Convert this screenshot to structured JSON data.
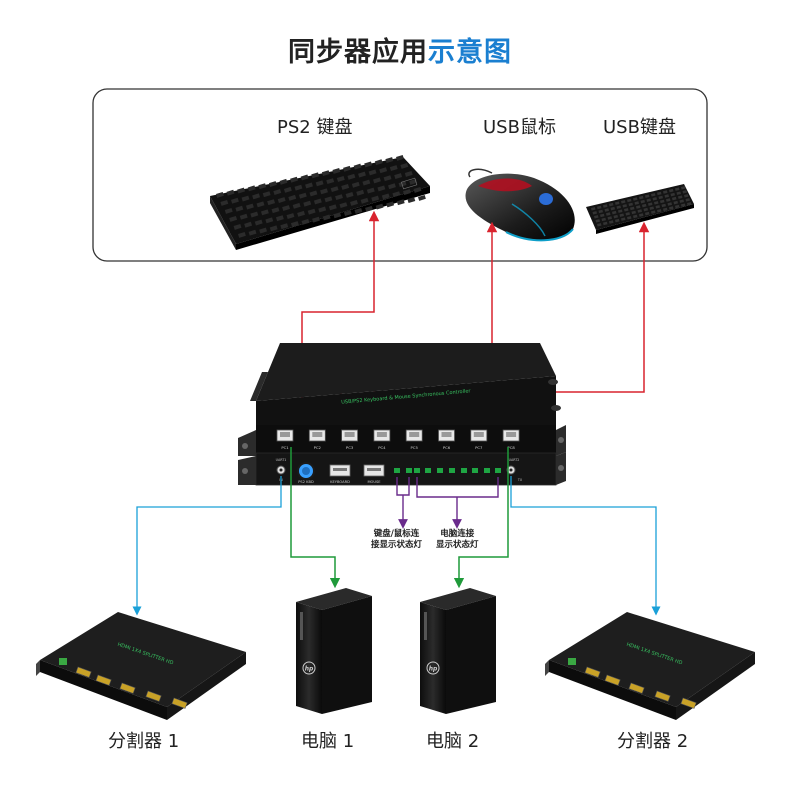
{
  "title": {
    "prefix": "同步器应用",
    "highlight": "示意图",
    "highlight_color": "#1a7fd0"
  },
  "devices": {
    "ps2_keyboard": "PS2 键盘",
    "usb_mouse": "USB鼠标",
    "usb_keyboard": "USB键盘",
    "splitter_1": "分割器 1",
    "splitter_2": "分割器 2",
    "pc_1": "电脑 1",
    "pc_2": "电脑 2"
  },
  "notes": {
    "kbd_mouse_led": [
      "键盘/鼠标连",
      "接显示状态灯"
    ],
    "pc_led": [
      "电脑连接",
      "显示状态灯"
    ]
  },
  "controller": {
    "model_text": "USB/PS2 Keyboard & Mouse Synchronous Controller",
    "ports": [
      "PC1",
      "PC2",
      "PC3",
      "PC4",
      "PC5",
      "PC6",
      "PC7",
      "PC8"
    ],
    "front_labels": [
      "PS2 KBD",
      "KEYBOARD",
      "MOUSE"
    ],
    "side_left": [
      "UART1",
      "IN"
    ],
    "side_right": [
      "UART2",
      "TX"
    ]
  },
  "splitter_text": "HDMI 1X4 SPLITTER HD",
  "colors": {
    "input_line": "#d9232e",
    "splitter_line": "#1aa0d8",
    "pc_line": "#1f9a3a",
    "led_line": "#6a2b8c"
  }
}
